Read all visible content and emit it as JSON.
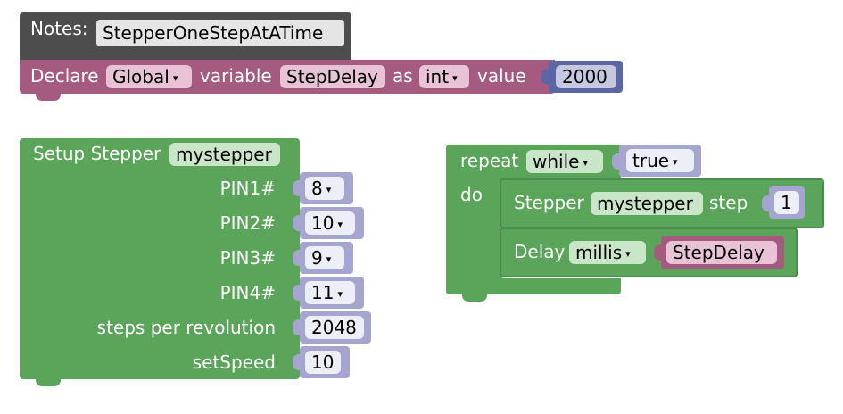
{
  "notes": {
    "label": "Notes:",
    "value": "StepperOneStepAtATime"
  },
  "declare": {
    "label": "Declare",
    "scope": "Global",
    "variable_label": "variable",
    "name": "StepDelay",
    "as_label": "as",
    "type": "int",
    "value_label": "value",
    "value": "2000"
  },
  "setup": {
    "label": "Setup Stepper",
    "name": "mystepper",
    "rows": [
      {
        "label": "PIN1#",
        "value": "8",
        "dropdown": true
      },
      {
        "label": "PIN2#",
        "value": "10",
        "dropdown": true
      },
      {
        "label": "PIN3#",
        "value": "9",
        "dropdown": true
      },
      {
        "label": "PIN4#",
        "value": "11",
        "dropdown": true
      },
      {
        "label": "steps per revolution",
        "value": "2048",
        "dropdown": false
      },
      {
        "label": "setSpeed",
        "value": "10",
        "dropdown": false
      }
    ]
  },
  "repeat": {
    "label": "repeat",
    "mode": "while",
    "condition": "true",
    "do_label": "do",
    "step_block": {
      "label": "Stepper",
      "name": "mystepper",
      "step_label": "step",
      "value": "1"
    },
    "delay_block": {
      "label": "Delay",
      "unit": "millis",
      "value": "StepDelay"
    }
  },
  "icons": {
    "dropdown": "▾"
  },
  "colors": {
    "notes": "#4d4d4d",
    "variables": "#a55b80",
    "stepper": "#5ba55b",
    "number": "#a5a5cf",
    "math": "#5b67a5"
  }
}
